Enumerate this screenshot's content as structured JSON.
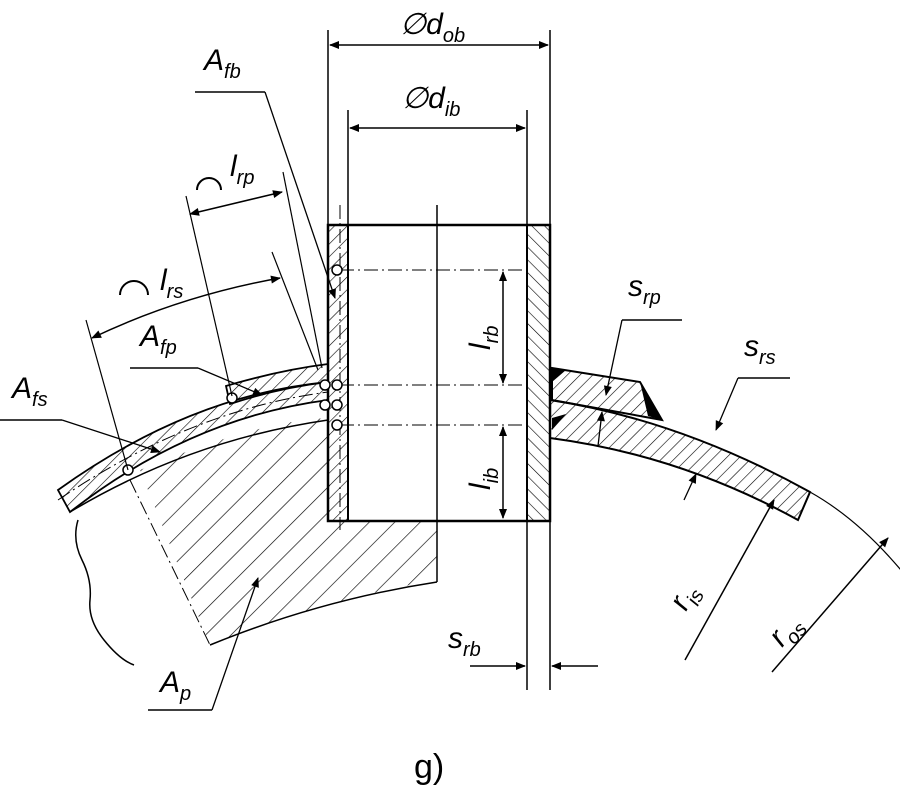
{
  "labels": {
    "d_ob": {
      "main": "∅d",
      "sub": "ob"
    },
    "d_ib": {
      "main": "∅d",
      "sub": "ib"
    },
    "A_fb": {
      "main": "A",
      "sub": "fb"
    },
    "l_rp": {
      "main": "l",
      "sub": "rp"
    },
    "l_rs": {
      "main": "l",
      "sub": "rs"
    },
    "A_fp": {
      "main": "A",
      "sub": "fp"
    },
    "A_fs": {
      "main": "A",
      "sub": "fs"
    },
    "l_rb": {
      "main": "l",
      "sub": "rb"
    },
    "l_ib": {
      "main": "l",
      "sub": "ib"
    },
    "s_rp": {
      "main": "s",
      "sub": "rp"
    },
    "s_rs": {
      "main": "s",
      "sub": "rs"
    },
    "r_is": {
      "main": "r",
      "sub": "is"
    },
    "r_os": {
      "main": "r",
      "sub": "os"
    },
    "s_rb": {
      "main": "s",
      "sub": "rb"
    },
    "A_p": {
      "main": "A",
      "sub": "p"
    }
  },
  "caption": "g)"
}
